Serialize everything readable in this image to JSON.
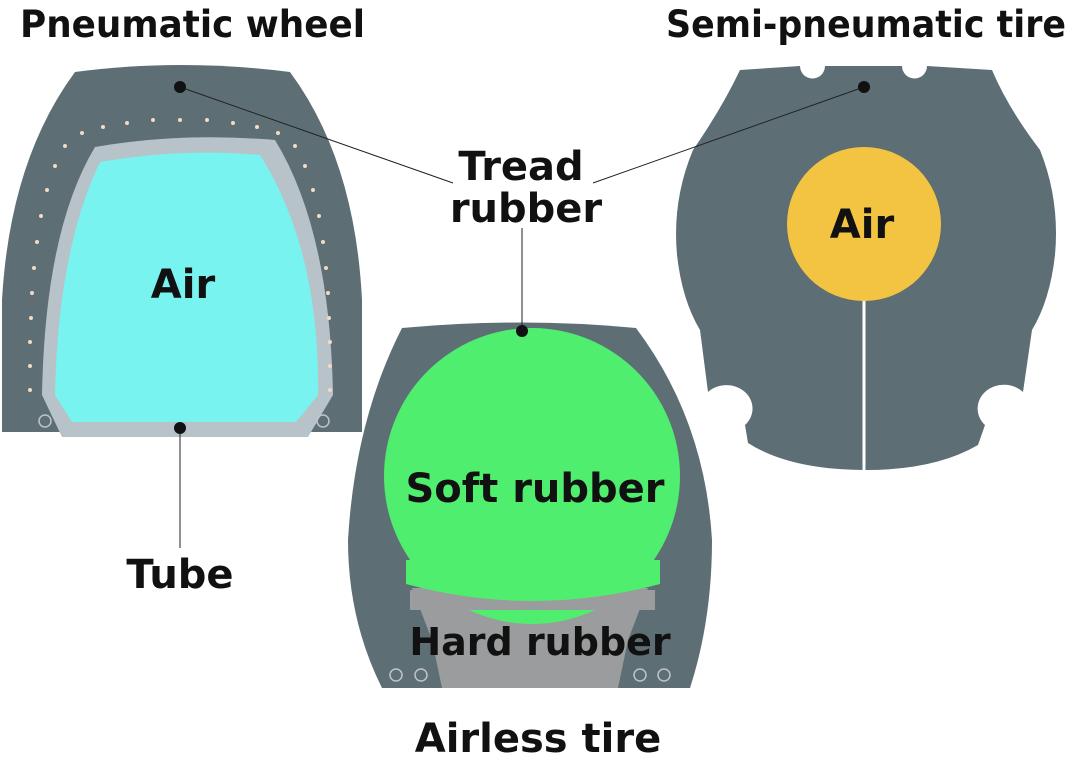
{
  "titles": {
    "pneumatic": "Pneumatic wheel",
    "semi_pneumatic": "Semi-pneumatic tire",
    "airless": "Airless tire"
  },
  "labels": {
    "tread_line1": "Tread",
    "tread_line2": "rubber",
    "tube": "Tube",
    "air_pneumatic": "Air",
    "air_semi": "Air",
    "soft_rubber": "Soft rubber",
    "hard_rubber": "Hard rubber"
  },
  "colors": {
    "tire_body": "#5e6e75",
    "tube": "#b7c3c8",
    "air_pneumatic": "#78f3f0",
    "air_semi": "#f3c442",
    "soft_rubber": "#50ee6e",
    "hard_rubber": "#9a9c9e",
    "text": "#111111"
  }
}
